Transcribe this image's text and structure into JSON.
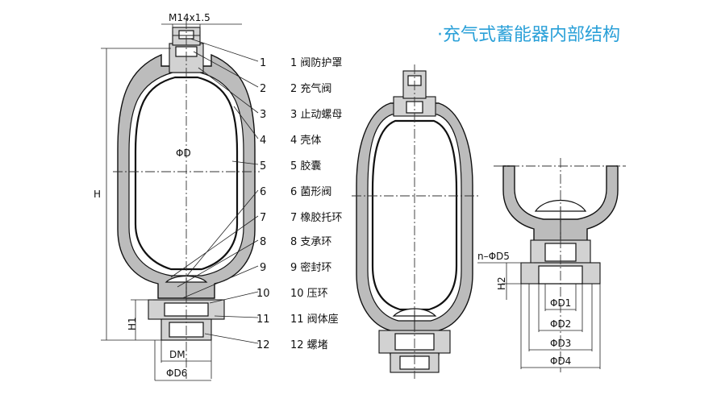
{
  "title": "·充气式蓄能器内部结构",
  "colors": {
    "title": "#2aa0d8",
    "line": "#222222",
    "hatch": "#bcbcbc"
  },
  "top_dimension": "M14x1.5",
  "dims_left": {
    "H": "H",
    "H1": "H1",
    "phiD": "ΦD",
    "DM": "DM",
    "phiD6": "ΦD6"
  },
  "dims_right": {
    "nD5": "n–ΦD5",
    "H2": "H2",
    "phiD1": "ΦD1",
    "phiD2": "ΦD2",
    "phiD3": "ΦD3",
    "phiD4": "ΦD4"
  },
  "parts": [
    {
      "num": "1",
      "label": "1 阀防护罩"
    },
    {
      "num": "2",
      "label": "2 充气阀"
    },
    {
      "num": "3",
      "label": "3 止动螺母"
    },
    {
      "num": "4",
      "label": "4 壳体"
    },
    {
      "num": "5",
      "label": "5 胶囊"
    },
    {
      "num": "6",
      "label": "6 菌形阀"
    },
    {
      "num": "7",
      "label": "7 橡胶托环"
    },
    {
      "num": "8",
      "label": "8 支承环"
    },
    {
      "num": "9",
      "label": "9 密封环"
    },
    {
      "num": "10",
      "label": "10 压环"
    },
    {
      "num": "11",
      "label": "11 阀体座"
    },
    {
      "num": "12",
      "label": "12 螺堵"
    }
  ]
}
